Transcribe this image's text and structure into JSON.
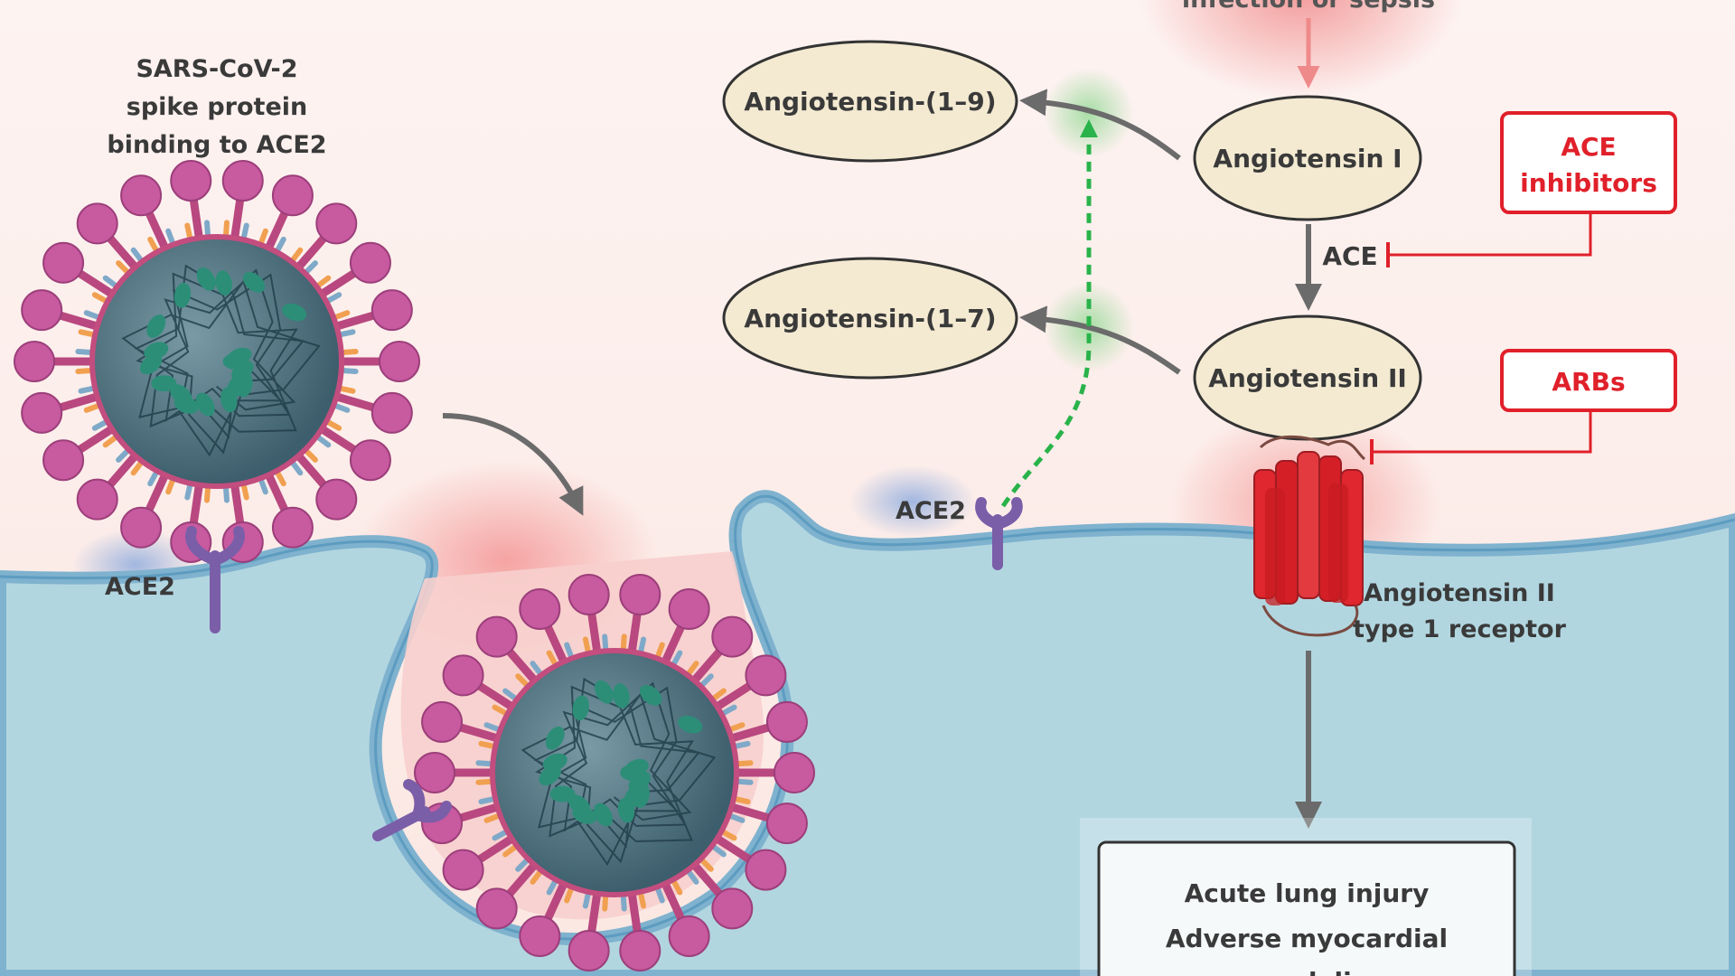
{
  "labels": {
    "top_source": "infection or sepsis",
    "spike_line1": "SARS-CoV-2",
    "spike_line2": "spike protein",
    "spike_line3": "binding to ACE2",
    "ace2_left": "ACE2",
    "ace2_right": "ACE2",
    "ang_1_9": "Angiotensin-(1–9)",
    "ang_1_7": "Angiotensin-(1–7)",
    "ang_I": "Angiotensin I",
    "ang_II": "Angiotensin II",
    "ace": "ACE",
    "ace_inhib_line1": "ACE",
    "ace_inhib_line2": "inhibitors",
    "arbs": "ARBs",
    "receptor_line1": "Angiotensin II",
    "receptor_line2": "type 1 receptor",
    "outcome_line1": "Acute lung injury",
    "outcome_line2": "Adverse myocardial",
    "outcome_line3": "remodeling"
  },
  "colors": {
    "background": "#fbeeea",
    "cell": "#b2d6e0",
    "membrane": "#7fb2ce",
    "virus_core": "#4f7382",
    "spike": "#c85aa0",
    "rna_protein": "#2d8e78",
    "receptor": "#e0262e",
    "ace2": "#7a5ea8",
    "oval_fill": "#f4ead2",
    "inhibitor_red": "#e0202a",
    "arrow_gray": "#6b6b6b",
    "ace2_path_green": "#29b34a"
  },
  "icons": {
    "virus": "coronavirus-icon",
    "endocytosed_virus": "coronavirus-icon",
    "receptor": "gpcr-receptor-icon",
    "ace2": "ace2-receptor-icon"
  }
}
